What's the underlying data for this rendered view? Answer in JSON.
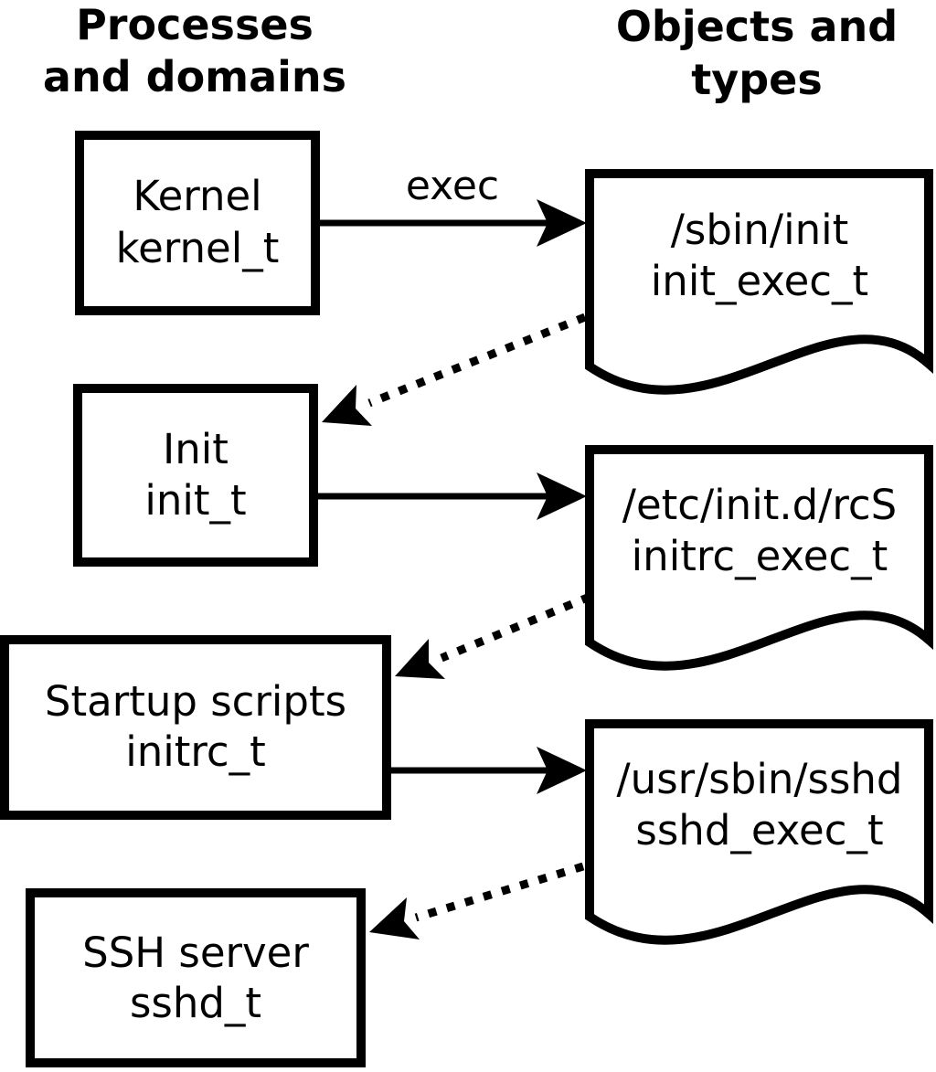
{
  "diagram": {
    "background_color": "#ffffff",
    "stroke_color": "#000000",
    "headers": {
      "left": {
        "line1": "Processes",
        "line2": "and domains"
      },
      "right": {
        "line1": "Objects and",
        "line2": "types"
      }
    },
    "processes": [
      {
        "id": "kernel",
        "line1": "Kernel",
        "line2": "kernel_t"
      },
      {
        "id": "init",
        "line1": "Init",
        "line2": "init_t"
      },
      {
        "id": "startup-scripts",
        "line1": "Startup scripts",
        "line2": "initrc_t"
      },
      {
        "id": "ssh-server",
        "line1": "SSH server",
        "line2": "sshd_t"
      }
    ],
    "objects": [
      {
        "id": "sbin-init",
        "line1": "/sbin/init",
        "line2": "init_exec_t"
      },
      {
        "id": "etc-init-rcs",
        "line1": "/etc/init.d/rcS",
        "line2": "initrc_exec_t"
      },
      {
        "id": "usr-sbin-sshd",
        "line1": "/usr/sbin/sshd",
        "line2": "sshd_exec_t"
      }
    ],
    "arrows": {
      "exec_label": "exec",
      "solid_meaning": "exec",
      "dotted_count": 3,
      "solid_count": 3
    }
  }
}
